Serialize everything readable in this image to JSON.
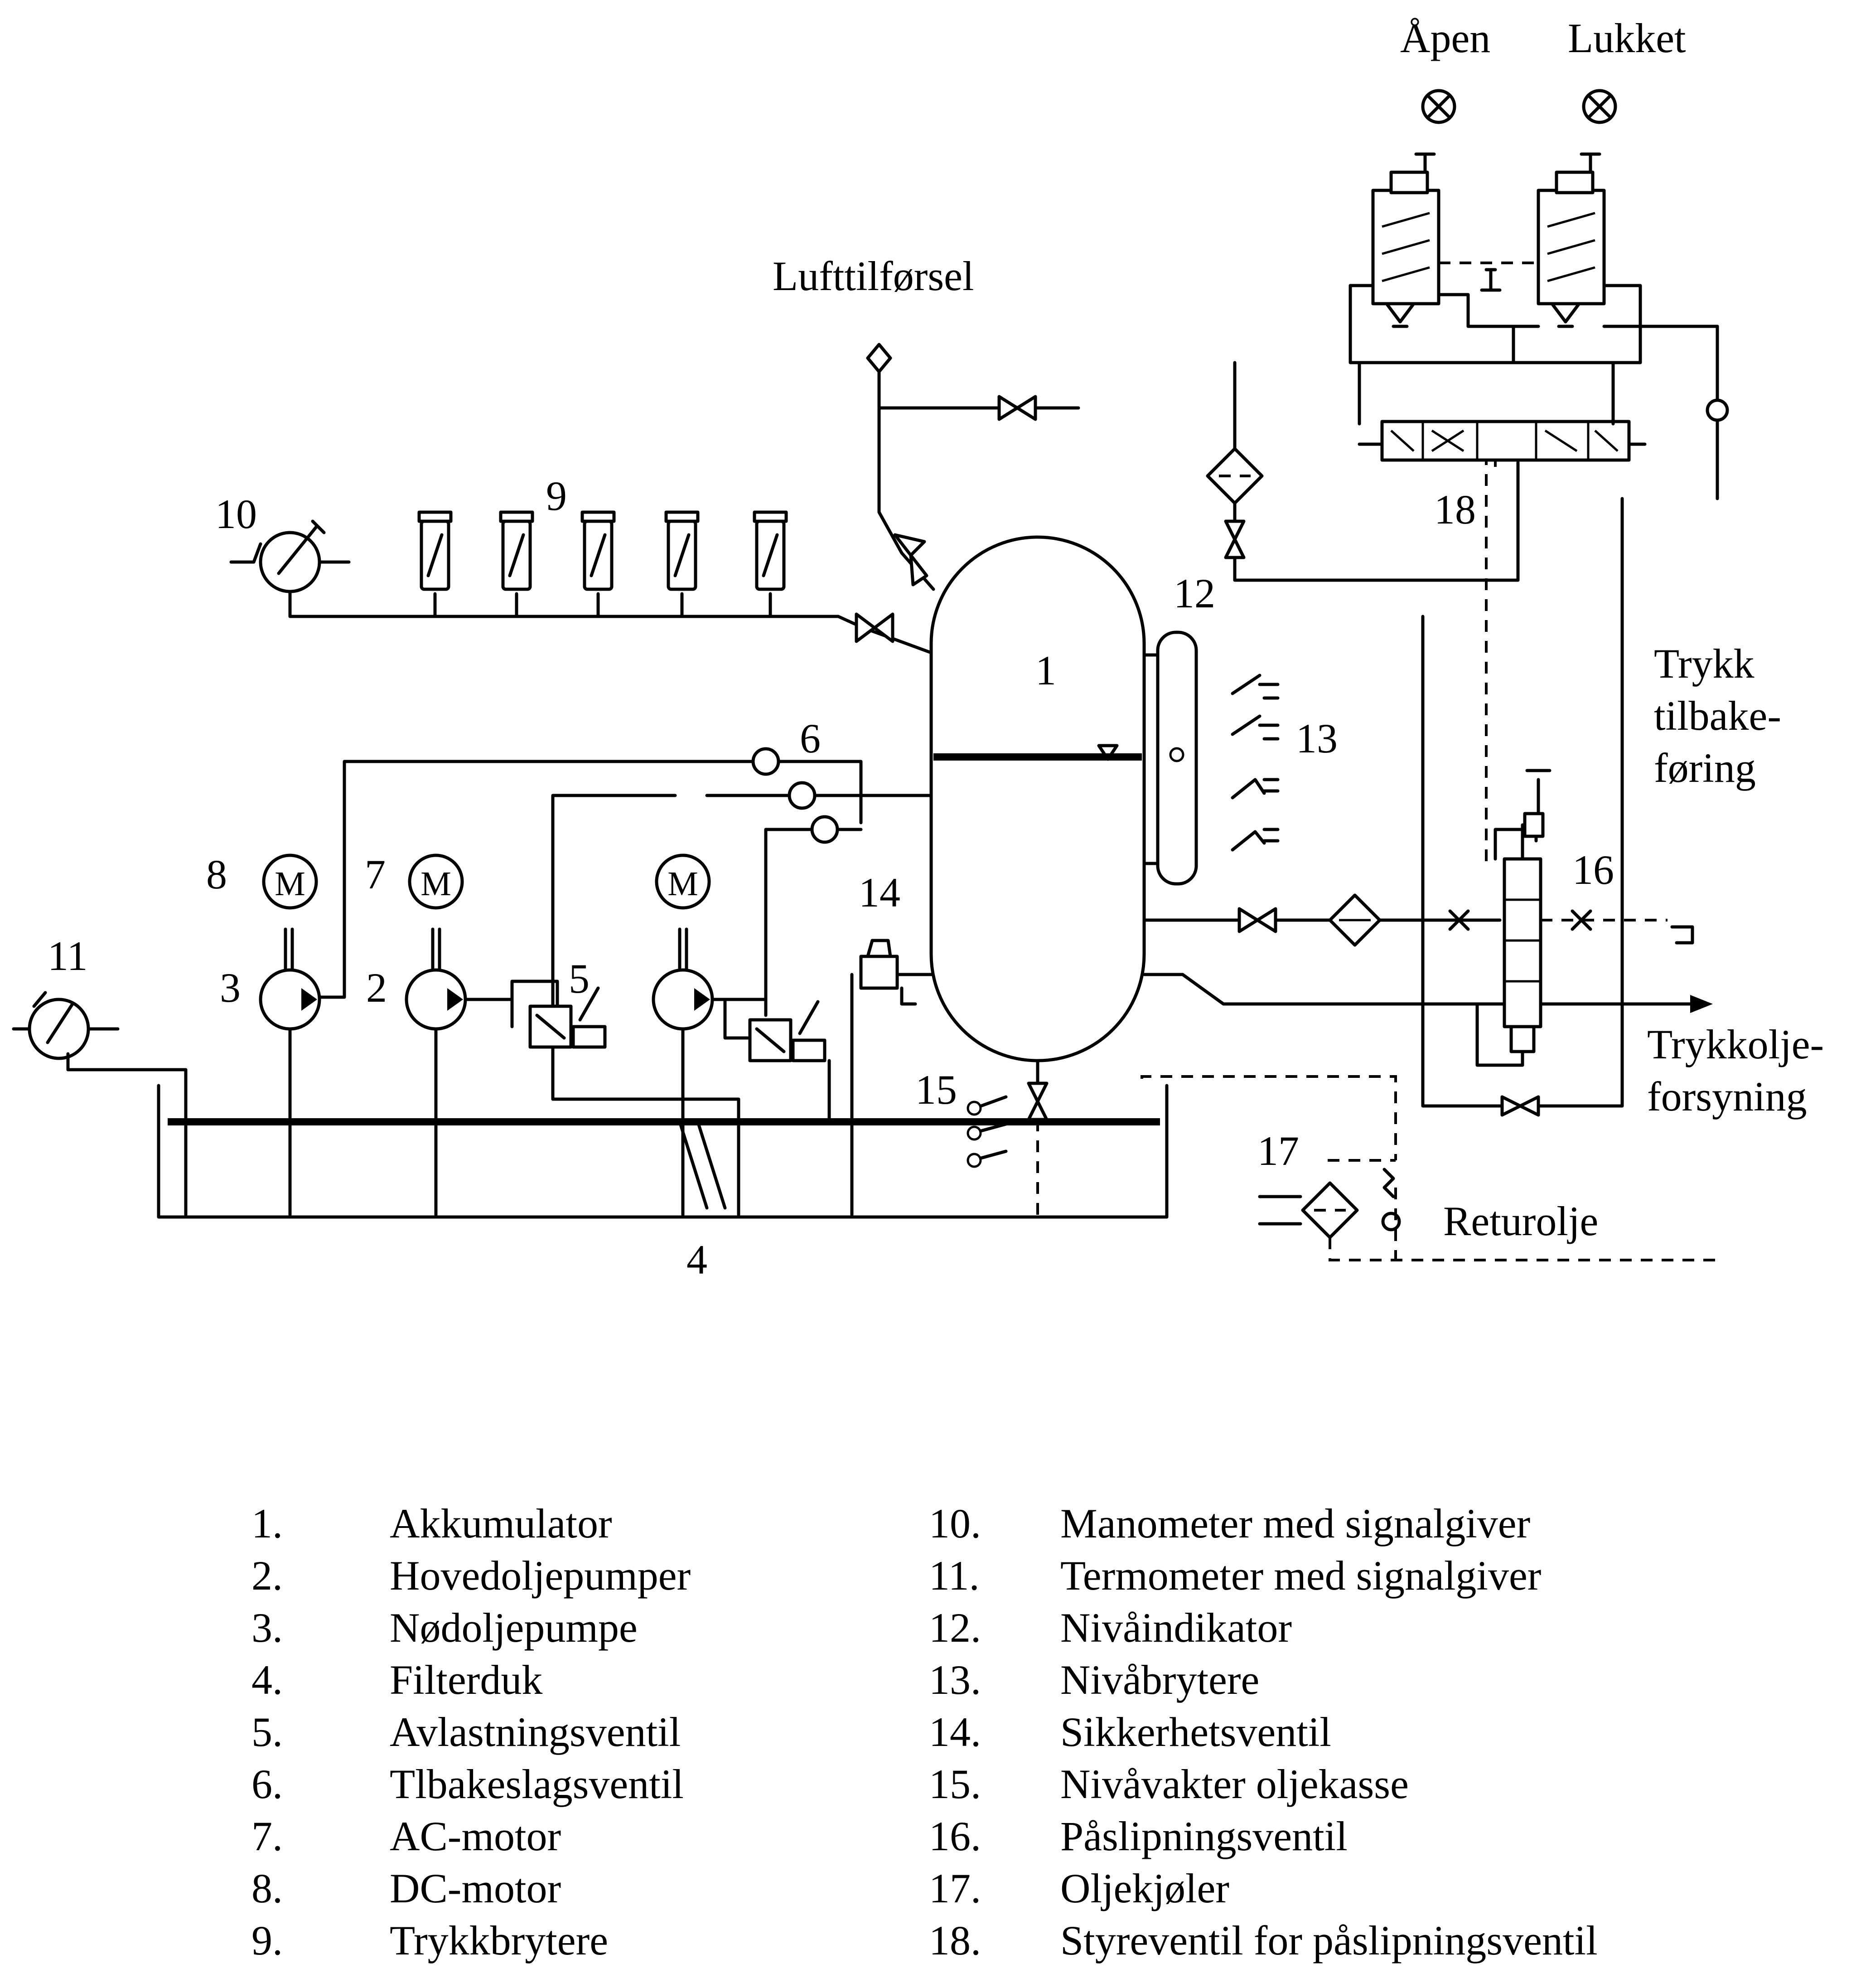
{
  "labels": {
    "open": "Åpen",
    "closed": "Lukket",
    "air_supply": "Lufttilførsel",
    "pressure_return_1": "Trykk",
    "pressure_return_2": "tilbake-",
    "pressure_return_3": "føring",
    "pressure_oil_1": "Trykkolje-",
    "pressure_oil_2": "forsyning",
    "return_oil": "Returolje"
  },
  "component_numbers": {
    "n1": "1",
    "n2": "2",
    "n3": "3",
    "n4": "4",
    "n5": "5",
    "n6": "6",
    "n7": "7",
    "n8": "8",
    "n9": "9",
    "n10": "10",
    "n11": "11",
    "n12": "12",
    "n13": "13",
    "n14": "14",
    "n15": "15",
    "n16": "16",
    "n17": "17",
    "n18": "18"
  },
  "motor_symbol": "M",
  "legend": [
    {
      "num": "1.",
      "text": "Akkumulator"
    },
    {
      "num": "2.",
      "text": "Hovedoljepumper"
    },
    {
      "num": "3.",
      "text": "Nødoljepumpe"
    },
    {
      "num": "4.",
      "text": "Filterduk"
    },
    {
      "num": "5.",
      "text": "Avlastningsventil"
    },
    {
      "num": "6.",
      "text": "Tlbakeslagsventil"
    },
    {
      "num": "7.",
      "text": "AC-motor"
    },
    {
      "num": "8.",
      "text": "DC-motor"
    },
    {
      "num": "9.",
      "text": "Trykkbrytere"
    },
    {
      "num": "10.",
      "text": "Manometer med signalgiver"
    },
    {
      "num": "11.",
      "text": "Termometer med signalgiver"
    },
    {
      "num": "12.",
      "text": "Nivåindikator"
    },
    {
      "num": "13.",
      "text": "Nivåbrytere"
    },
    {
      "num": "14.",
      "text": "Sikkerhetsventil"
    },
    {
      "num": "15.",
      "text": "Nivåvakter oljekasse"
    },
    {
      "num": "16.",
      "text": "Påslipningsventil"
    },
    {
      "num": "17.",
      "text": "Oljekjøler"
    },
    {
      "num": "18.",
      "text": "Styreventil for påslipningsventil"
    }
  ]
}
